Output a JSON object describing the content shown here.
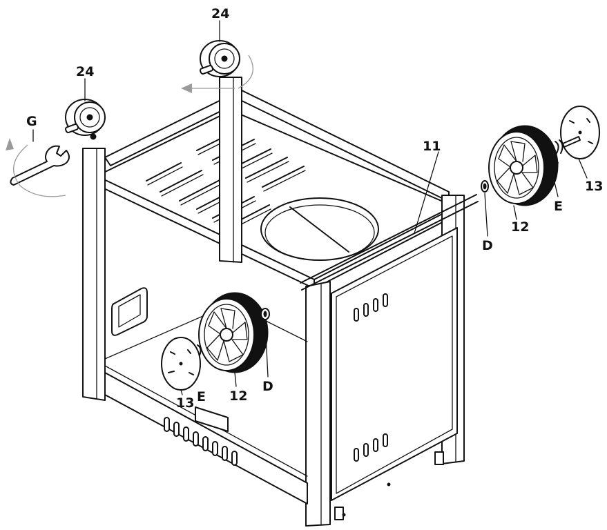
{
  "labels": {
    "knob_left": "24",
    "knob_top": "24",
    "wrench": "G",
    "axle": "11",
    "wheel_right": "12",
    "wheel_left": "12",
    "hubcap_right": "13",
    "hubcap_left": "13",
    "clip_right": "E",
    "clip_left": "E",
    "washer_right": "D",
    "washer_left": "D"
  },
  "colors": {
    "line": "#111111",
    "rotation_arrow": "#9a9a9a",
    "background": "#ffffff"
  }
}
